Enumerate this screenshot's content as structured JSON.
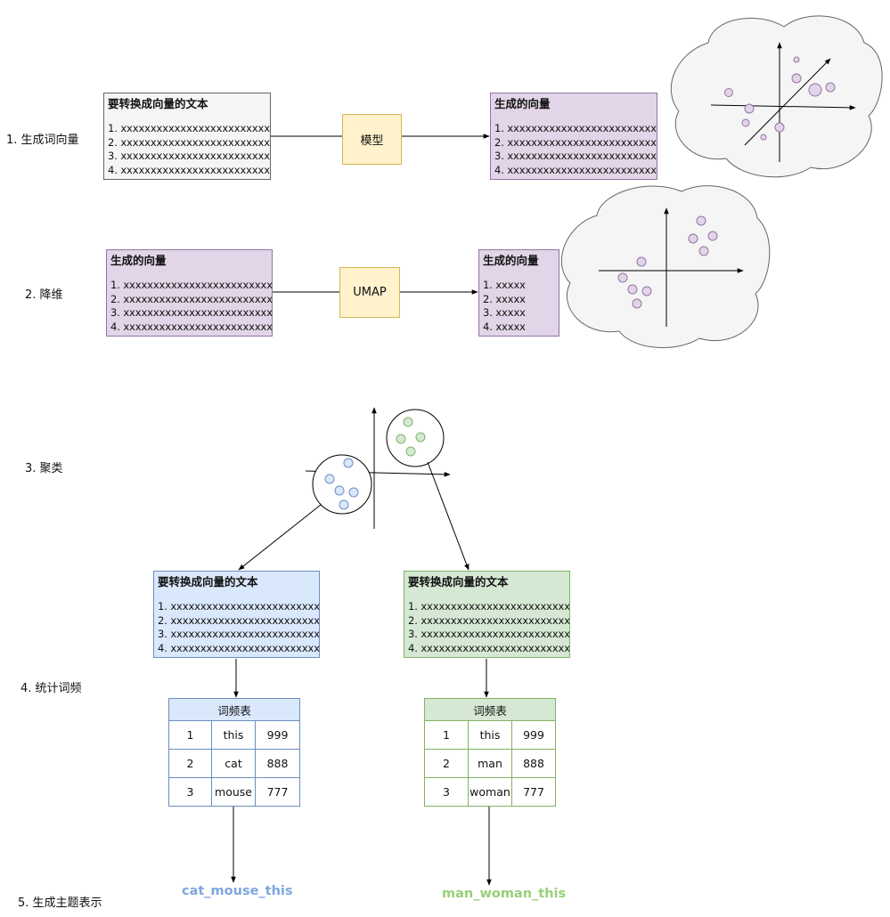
{
  "steps": {
    "s1": "1. 生成词向量",
    "s2": "2. 降维",
    "s3": "3. 聚类",
    "s4": "4. 统计词频",
    "s5": "5. 生成主题表示"
  },
  "row1": {
    "input": {
      "title": "要转换成向量的文本",
      "lines": [
        "1. xxxxxxxxxxxxxxxxxxxxxxxxxx",
        "2. xxxxxxxxxxxxxxxxxxxxxxxxxx",
        "3. xxxxxxxxxxxxxxxxxxxxxxxxxx",
        "4. xxxxxxxxxxxxxxxxxxxxxxxxxx"
      ]
    },
    "model": "模型",
    "output": {
      "title": "生成的向量",
      "lines": [
        "1. xxxxxxxxxxxxxxxxxxxxxxxxxx",
        "2. xxxxxxxxxxxxxxxxxxxxxxxxxx",
        "3. xxxxxxxxxxxxxxxxxxxxxxxxxx",
        "4. xxxxxxxxxxxxxxxxxxxxxxxxxx"
      ]
    }
  },
  "row2": {
    "input": {
      "title": "生成的向量",
      "lines": [
        "1. xxxxxxxxxxxxxxxxxxxxxxxxxx",
        "2. xxxxxxxxxxxxxxxxxxxxxxxxxx",
        "3. xxxxxxxxxxxxxxxxxxxxxxxxxx",
        "4. xxxxxxxxxxxxxxxxxxxxxxxxxx"
      ]
    },
    "model": "UMAP",
    "output": {
      "title": "生成的向量",
      "lines": [
        "1. xxxxx",
        "2. xxxxx",
        "3. xxxxx",
        "4. xxxxx"
      ]
    }
  },
  "clusters": {
    "blue": {
      "title": "要转换成向量的文本",
      "lines": [
        "1. xxxxxxxxxxxxxxxxxxxxxxxxxx",
        "2. xxxxxxxxxxxxxxxxxxxxxxxxxx",
        "3. xxxxxxxxxxxxxxxxxxxxxxxxxx",
        "4. xxxxxxxxxxxxxxxxxxxxxxxxxx"
      ]
    },
    "green": {
      "title": "要转换成向量的文本",
      "lines": [
        "1. xxxxxxxxxxxxxxxxxxxxxxxxxx",
        "2. xxxxxxxxxxxxxxxxxxxxxxxxxx",
        "3. xxxxxxxxxxxxxxxxxxxxxxxxxx",
        "4. xxxxxxxxxxxxxxxxxxxxxxxxxx"
      ]
    }
  },
  "tables": {
    "blue": {
      "header": "词频表",
      "rows": [
        [
          "1",
          "this",
          "999"
        ],
        [
          "2",
          "cat",
          "888"
        ],
        [
          "3",
          "mouse",
          "777"
        ]
      ]
    },
    "green": {
      "header": "词频表",
      "rows": [
        [
          "1",
          "this",
          "999"
        ],
        [
          "2",
          "man",
          "888"
        ],
        [
          "3",
          "woman",
          "777"
        ]
      ]
    }
  },
  "topics": {
    "blue": {
      "label": "cat_mouse_this",
      "color": "#7ea6e0"
    },
    "green": {
      "label": "man_woman_this",
      "color": "#97d077"
    }
  },
  "colors": {
    "gray_fill": "#f5f5f5",
    "purple_fill": "#e1d5e7",
    "purple_stroke": "#9673a6",
    "blue_fill": "#dae8fc",
    "blue_stroke": "#6c8ebf",
    "green_fill": "#d5e8d4",
    "green_stroke": "#82b366",
    "process_fill": "#fff2cc",
    "process_stroke": "#d6b656",
    "cloud_fill": "#f5f5f5"
  },
  "icons": [
    "cloud-scatter-3d",
    "cloud-scatter-2d",
    "cluster-scatter",
    "arrow"
  ]
}
